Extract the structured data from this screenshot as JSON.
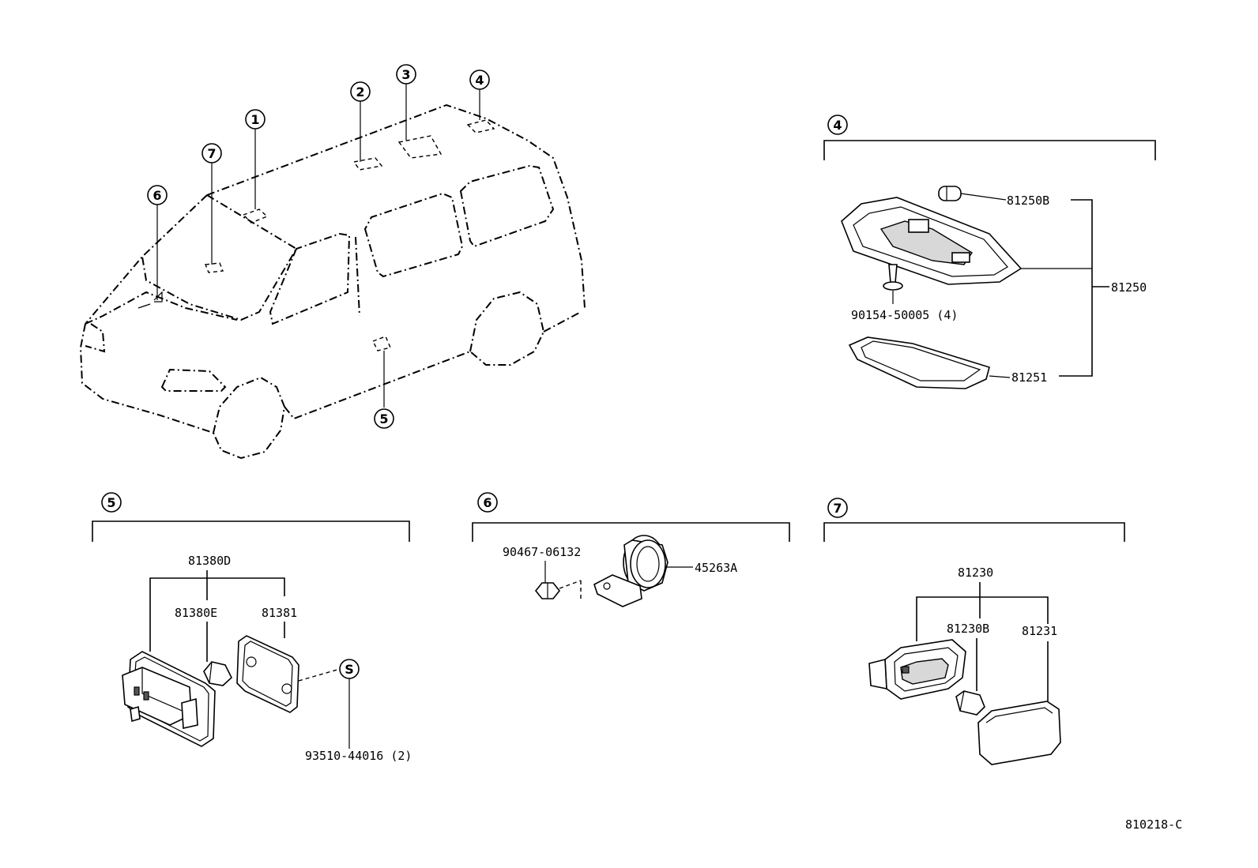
{
  "callouts": {
    "c1": "1",
    "c2": "2",
    "c3": "3",
    "c4": "4",
    "c5": "5",
    "c6": "6",
    "c7": "7"
  },
  "sections": {
    "s4": "4",
    "s5": "5",
    "s6": "6",
    "s7": "7"
  },
  "parts4": {
    "p81250B": "81250B",
    "p81250": "81250",
    "p90154": "90154-50005 (4)",
    "p81251": "81251"
  },
  "parts5": {
    "p81380D": "81380D",
    "p81380E": "81380E",
    "p81381": "81381",
    "pS": "S",
    "p93510": "93510-44016 (2)"
  },
  "parts6": {
    "p90467": "90467-06132",
    "p45263A": "45263A"
  },
  "parts7": {
    "p81230": "81230",
    "p81230B": "81230B",
    "p81231": "81231"
  },
  "figure_id": "810218-C"
}
